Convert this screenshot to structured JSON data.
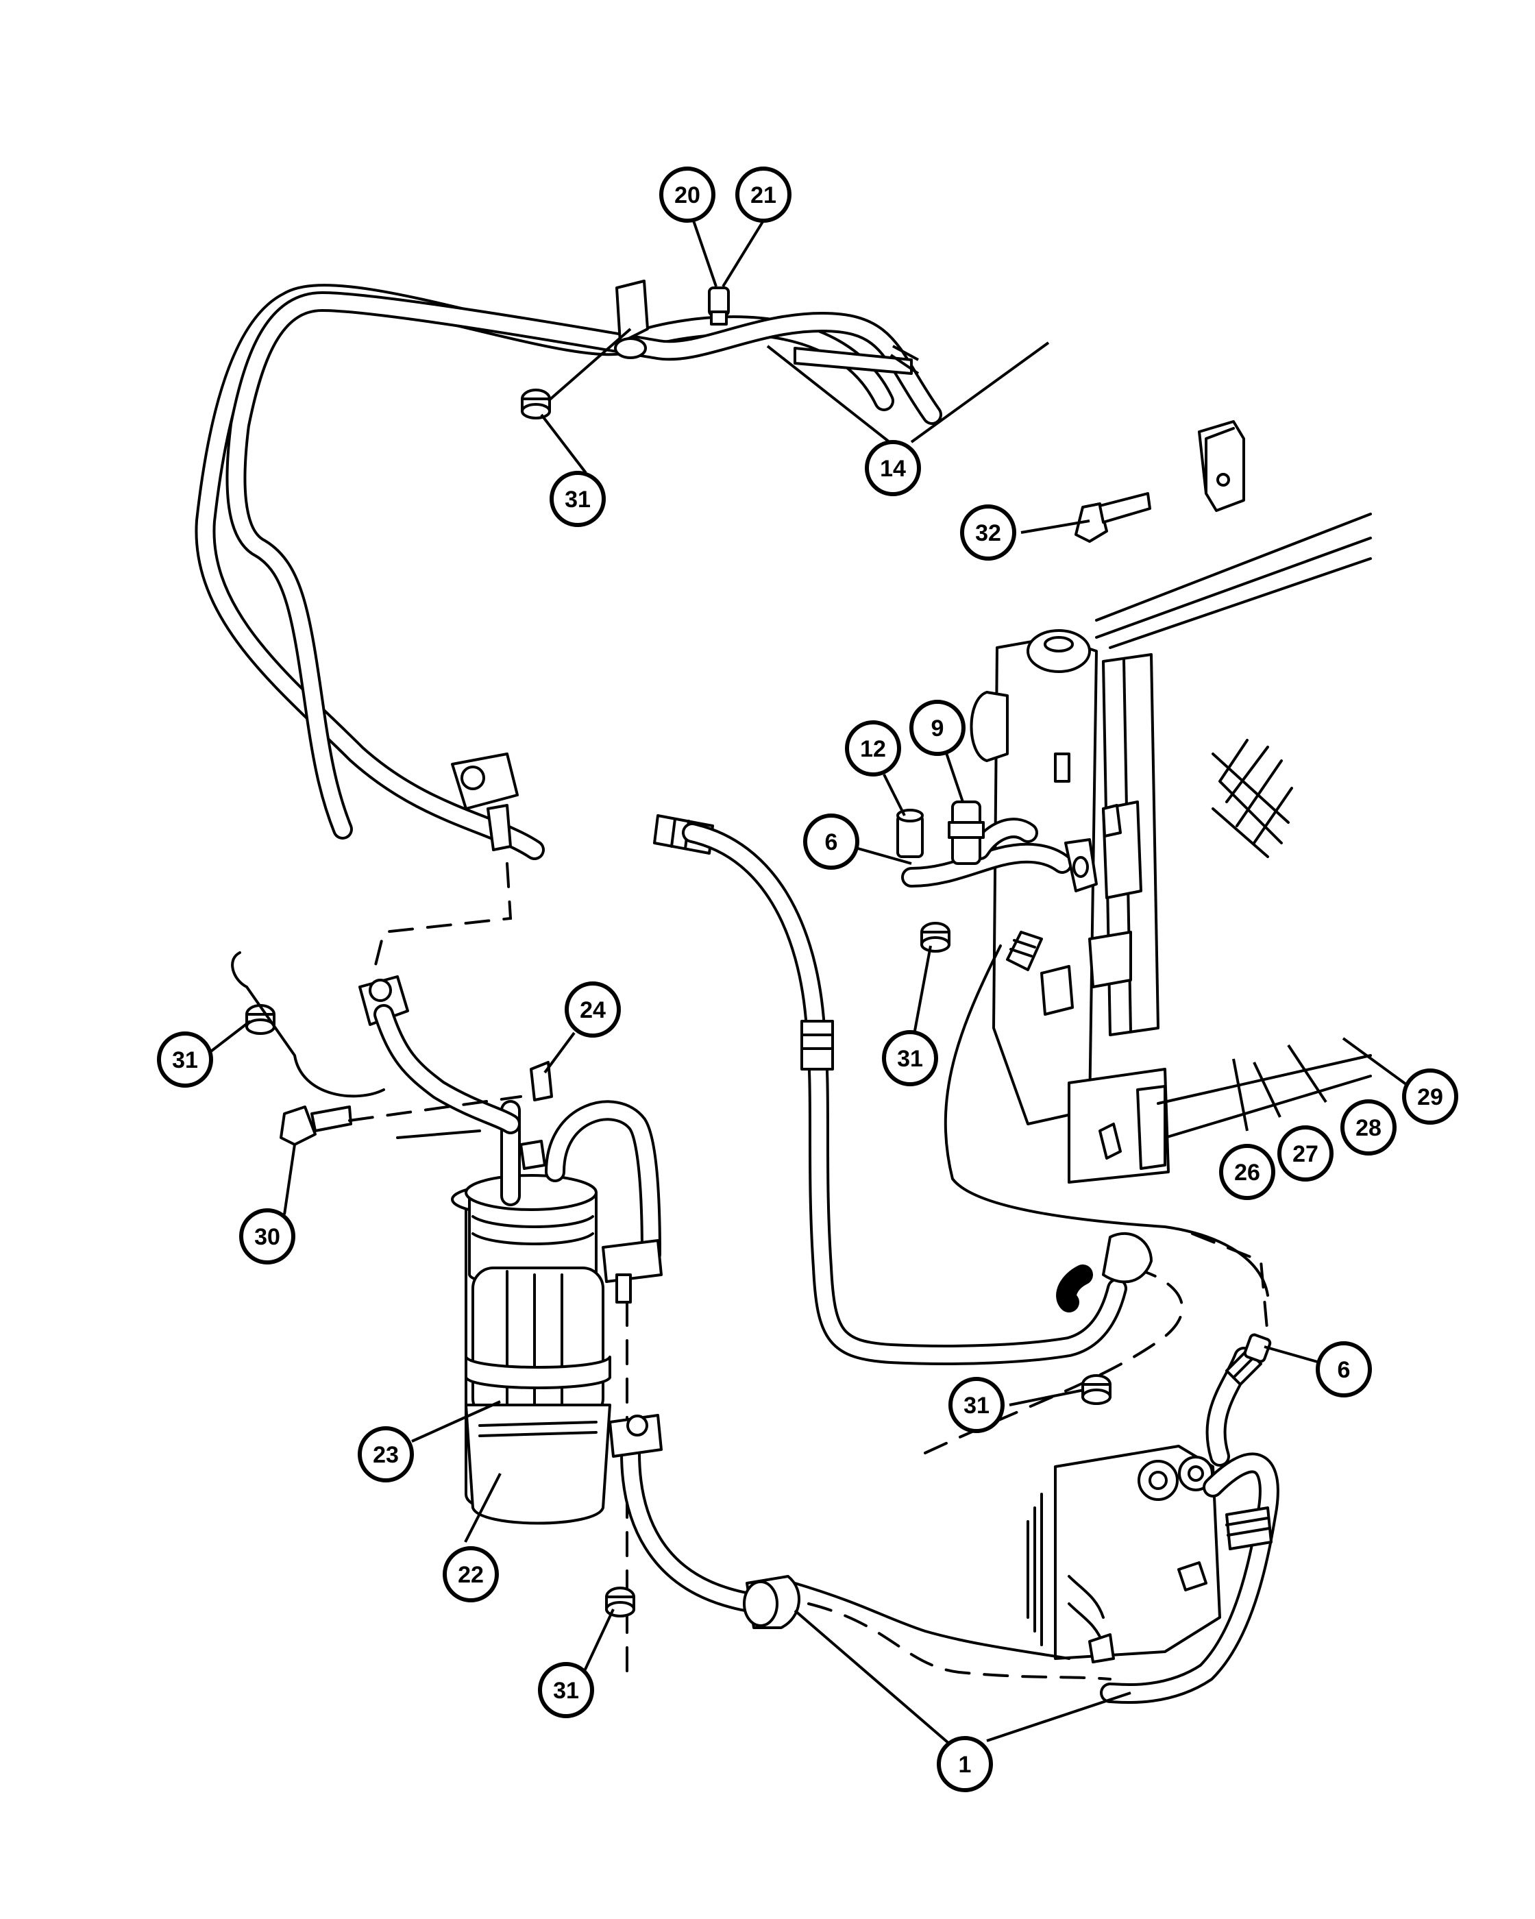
{
  "callouts": [
    {
      "id": "c-20",
      "label": "20"
    },
    {
      "id": "c-21",
      "label": "21"
    },
    {
      "id": "c-14",
      "label": "14"
    },
    {
      "id": "c-31a",
      "label": "31"
    },
    {
      "id": "c-32",
      "label": "32"
    },
    {
      "id": "c-12",
      "label": "12"
    },
    {
      "id": "c-9",
      "label": "9"
    },
    {
      "id": "c-6a",
      "label": "6"
    },
    {
      "id": "c-24",
      "label": "24"
    },
    {
      "id": "c-31b",
      "label": "31"
    },
    {
      "id": "c-31c",
      "label": "31"
    },
    {
      "id": "c-30",
      "label": "30"
    },
    {
      "id": "c-26",
      "label": "26"
    },
    {
      "id": "c-27",
      "label": "27"
    },
    {
      "id": "c-28",
      "label": "28"
    },
    {
      "id": "c-29",
      "label": "29"
    },
    {
      "id": "c-6b",
      "label": "6"
    },
    {
      "id": "c-31d",
      "label": "31"
    },
    {
      "id": "c-23",
      "label": "23"
    },
    {
      "id": "c-22",
      "label": "22"
    },
    {
      "id": "c-31e",
      "label": "31"
    },
    {
      "id": "c-1",
      "label": "1"
    }
  ]
}
